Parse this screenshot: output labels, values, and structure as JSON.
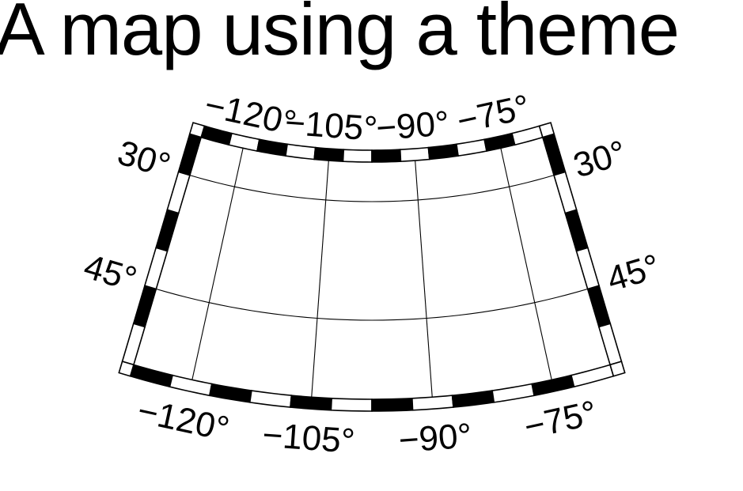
{
  "title": "A map using a theme",
  "colors": {
    "frame_dark": "#000000",
    "frame_light": "#ffffff",
    "grid": "#000000",
    "background": "#ffffff"
  },
  "map": {
    "projection": "conic",
    "longitude_range": [
      -127.5,
      -67.5
    ],
    "latitude_range": [
      20,
      50
    ],
    "grid_longitudes": [
      -120,
      -105,
      -90,
      -75
    ],
    "grid_latitudes": [
      30,
      45
    ],
    "frame_interval_deg": 5
  },
  "labels": {
    "top": [
      "−120°",
      "−105°",
      "−90°",
      "−75°"
    ],
    "bottom": [
      "−120°",
      "−105°",
      "−90°",
      "−75°"
    ],
    "left": [
      "45°",
      "30°"
    ],
    "right": [
      "45°",
      "30°"
    ]
  }
}
